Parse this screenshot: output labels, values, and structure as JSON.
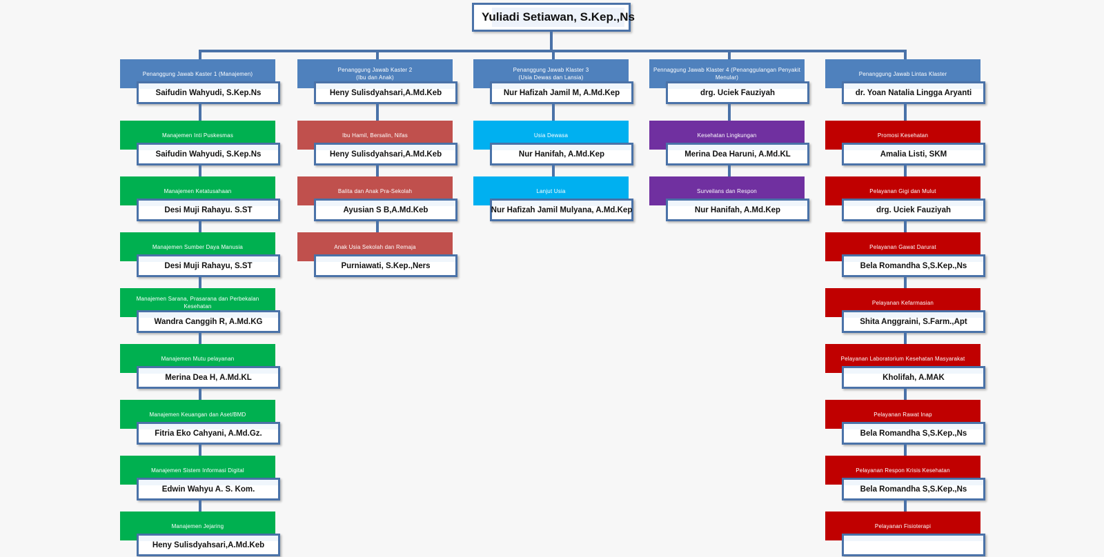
{
  "root": {
    "name": "Yuliadi Setiawan, S.Kep.,Ns"
  },
  "clusters": [
    {
      "title": "Penanggung  Jawab Kaster  1 (Manajemen)",
      "lead": "Saifudin Wahyudi, S.Kep.Ns",
      "color": "#4f81bd",
      "units": [
        {
          "unit": "Manajemen  Inti  Puskesmas",
          "person": "Saifudin Wahyudi, S.Kep.Ns",
          "color": "#00b050"
        },
        {
          "unit": "Manajemen  Ketatusahaan",
          "person": "Desi Muji Rahayu. S.ST",
          "color": "#00b050"
        },
        {
          "unit": "Manajemen  Sumber  Daya Manusia",
          "person": "Desi Muji Rahayu, S.ST",
          "color": "#00b050"
        },
        {
          "unit": "Manajemen  Sarana,  Prasarana  dan  Perbekalan  Kesehatan",
          "person": "Wandra Canggih R, A.Md.KG",
          "color": "#00b050"
        },
        {
          "unit": "Manajemen  Mutu  pelayanan",
          "person": "Merina Dea H, A.Md.KL",
          "color": "#00b050"
        },
        {
          "unit": "Manajemen  Keuangan  dan  Aset/BMD",
          "person": "Fitria Eko Cahyani, A.Md.Gz.",
          "color": "#00b050"
        },
        {
          "unit": "Manajemen  Sistem  Informasi  Digital",
          "person": "Edwin Wahyu A. S. Kom.",
          "color": "#00b050"
        },
        {
          "unit": "Manajemen  Jejaring",
          "person": "Heny Sulisdyahsari,A.Md.Keb",
          "color": "#00b050"
        }
      ]
    },
    {
      "title": "Penanggung  Jawab  Kaster  2\n(Ibu  dan  Anak)",
      "lead": "Heny Sulisdyahsari,A.Md.Keb",
      "color": "#4f81bd",
      "units": [
        {
          "unit": "Ibu Hamil,  Bersalin,  Nifas",
          "person": "Heny Sulisdyahsari,A.Md.Keb",
          "color": "#c0504d"
        },
        {
          "unit": "Balita  dan  Anak Pra-Sekolah",
          "person": "Ayusian S B,A.Md.Keb",
          "color": "#c0504d"
        },
        {
          "unit": "Anak Usia  Sekolah  dan  Remaja",
          "person": "Purniawati, S.Kep.,Ners",
          "color": "#c0504d"
        }
      ]
    },
    {
      "title": "Penanggung  Jawab  Klaster  3\n(Usia  Dewas  dan  Lansia)",
      "lead": "Nur Hafizah Jamil M, A.Md.Kep",
      "color": "#4f81bd",
      "units": [
        {
          "unit": "Usia  Dewasa",
          "person": "Nur Hanifah, A.Md.Kep",
          "color": "#00b0f0"
        },
        {
          "unit": "Lanjut  Usia",
          "person": "Nur Hafizah Jamil Mulyana, A.Md.Kep",
          "color": "#00b0f0"
        }
      ]
    },
    {
      "title": "Pennaggung  Jawab  Klaster  4 (Penanggulangan  Penyakit\nMenular)",
      "lead": "drg. Uciek Fauziyah",
      "color": "#4f81bd",
      "units": [
        {
          "unit": "Kesehatan  Lingkungan",
          "person": "Merina Dea Haruni, A.Md.KL",
          "color": "#7030a0"
        },
        {
          "unit": "Surveilans  dan  Respon",
          "person": "Nur Hanifah, A.Md.Kep",
          "color": "#7030a0"
        }
      ]
    },
    {
      "title": "Penanggung  Jawab  Lintas  Klaster",
      "lead": "dr. Yoan Natalia Lingga Aryanti",
      "color": "#4f81bd",
      "units": [
        {
          "unit": "Promosi  Kesehatan",
          "person": "Amalia Listi, SKM",
          "color": "#c00000"
        },
        {
          "unit": "Pelayanan  Gigi  dan  Mulut",
          "person": "drg. Uciek Fauziyah",
          "color": "#c00000"
        },
        {
          "unit": "Pelayanan  Gawat  Darurat",
          "person": "Bela Romandha S,S.Kep.,Ns",
          "color": "#c00000"
        },
        {
          "unit": "Pelayanan  Kefarmasian",
          "person": "Shita Anggraini, S.Farm.,Apt",
          "color": "#c00000"
        },
        {
          "unit": "Pelayanan  Laboratorium   Kesehatan  Masyarakat",
          "person": "Kholifah, A.MAK",
          "color": "#c00000"
        },
        {
          "unit": "Pelayanan  Rawat  Inap",
          "person": "Bela Romandha S,S.Kep.,Ns",
          "color": "#c00000"
        },
        {
          "unit": "Pelayanan  Respon  Krisis  Kesehatan",
          "person": "Bela Romandha S,S.Kep.,Ns",
          "color": "#c00000"
        },
        {
          "unit": "Pelayanan  Fisioterapi",
          "person": "",
          "color": "#c00000"
        }
      ]
    }
  ]
}
